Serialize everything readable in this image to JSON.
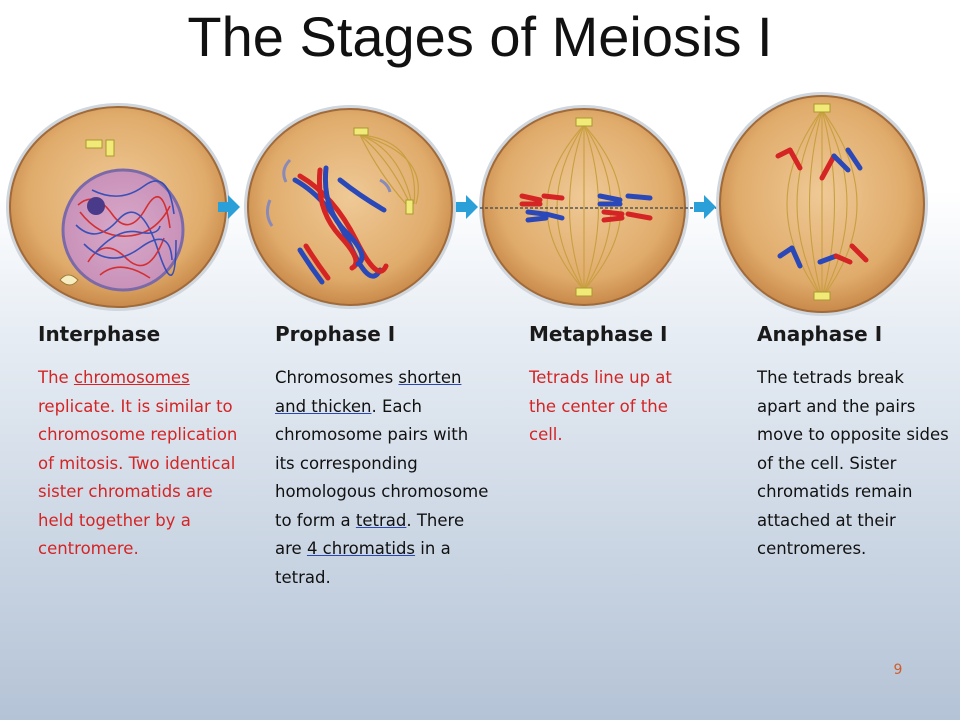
{
  "title": "The Stages of Meiosis I",
  "stages": [
    {
      "name": "Interphase",
      "desc_parts": [
        "The ",
        "chromosomes",
        " replicate.  It is similar to chromosome replication of mitosis.  Two identical sister chromatids are held together by a centromere."
      ]
    },
    {
      "name": "Prophase I",
      "desc_parts": [
        "Chromosomes ",
        "shorten and thicken",
        ".  Each chromosome pairs with its corresponding homologous chromosome to form a ",
        "tetrad",
        ".  There are ",
        "4 chromatids",
        " in a tetrad."
      ]
    },
    {
      "name": "Metaphase I",
      "desc": "Tetrads line up at the center of the cell."
    },
    {
      "name": "Anaphase I",
      "desc": "The tetrads break apart and the pairs move to opposite sides of the cell.  Sister chromatids remain attached at their centromeres."
    }
  ],
  "page_number": "9",
  "colors": {
    "text_red": "#d42424",
    "text_dark": "#111111",
    "arrow": "#2a9fd8",
    "chromosome_red": "#d42424",
    "chromosome_blue": "#2a48b8",
    "cell_fill": "#e0ac6c",
    "spindle": "#c8a040",
    "page_number": "#d05c2a"
  }
}
